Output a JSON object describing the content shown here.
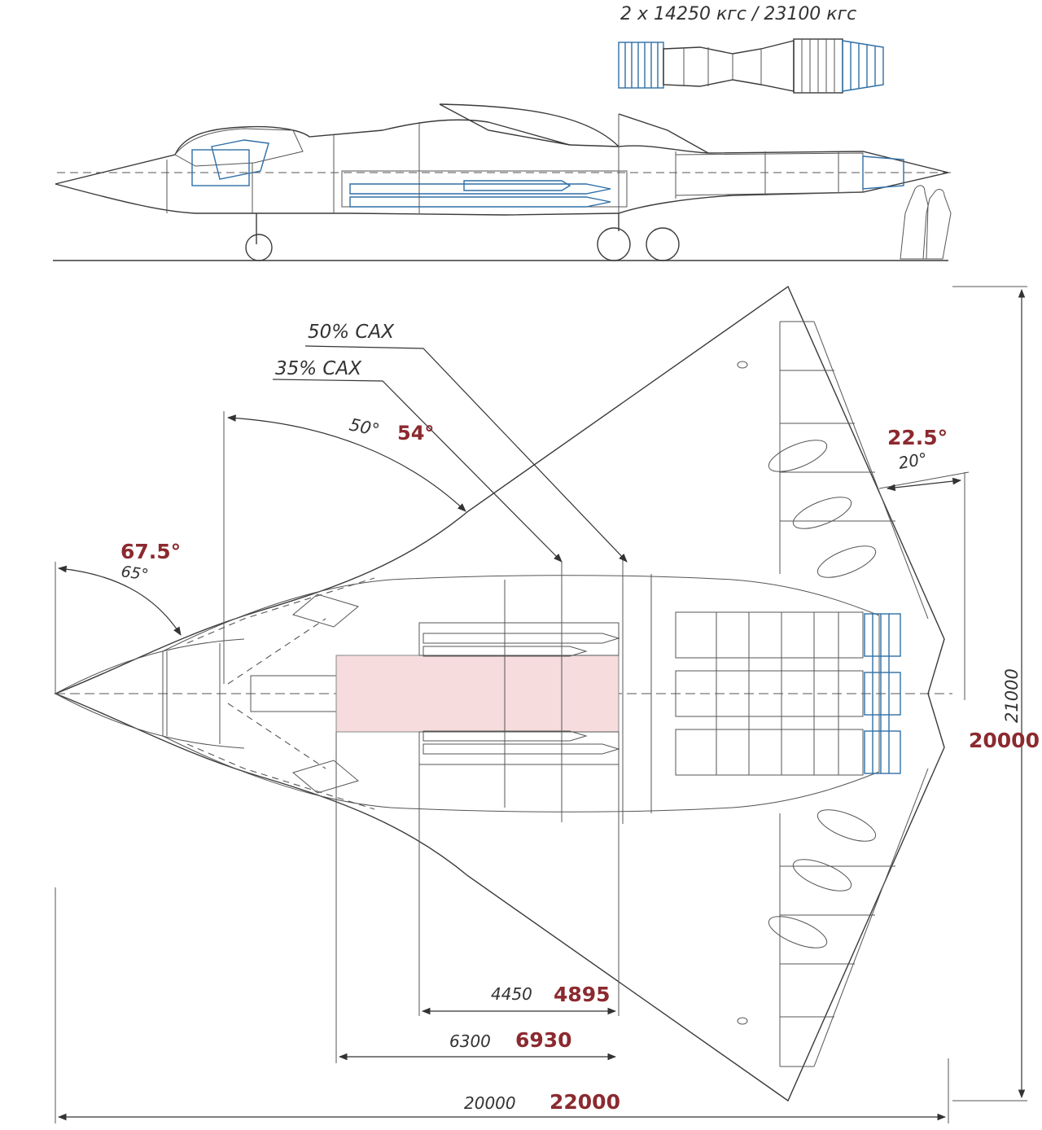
{
  "engine": {
    "thrust_label": "2 x 14250 кгс / 23100 кгс"
  },
  "cax": {
    "mac50": "50% САХ",
    "mac35": "35% САХ"
  },
  "angles": {
    "nose_new": "67.5°",
    "nose_old": "65°",
    "wing_old": "50°",
    "wing_new": "54°",
    "trail_new": "22.5°",
    "trail_old": "20°"
  },
  "dims": {
    "bay_old": "4450",
    "bay_new": "4895",
    "bay2_old": "6300",
    "bay2_new": "6930",
    "length_old": "20000",
    "length_new": "22000",
    "span_old": "21000",
    "span_new": "20000"
  },
  "colors": {
    "accent": "#8b2a2f",
    "blue": "#2f6fa6",
    "bay_fill": "#f6dcdc"
  }
}
